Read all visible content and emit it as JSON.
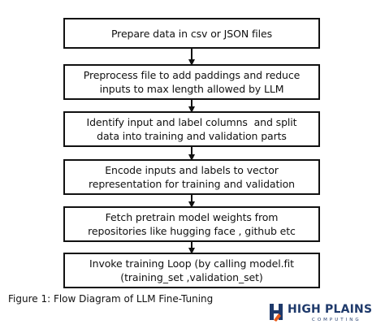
{
  "steps": [
    {
      "lines": [
        "Prepare data in csv or JSON files"
      ]
    },
    {
      "lines": [
        "Preprocess file to add paddings and reduce",
        "inputs to max length allowed by LLM"
      ]
    },
    {
      "lines": [
        "Identify input and label columns  and split",
        "data into training and validation parts"
      ]
    },
    {
      "lines": [
        "Encode inputs and labels to vector",
        "representation for training and validation"
      ]
    },
    {
      "lines": [
        "Fetch pretrain model weights from",
        "repositories like hugging face , github etc"
      ]
    },
    {
      "lines": [
        "Invoke training Loop (by calling model.fit",
        "(training_set ,validation_set)"
      ]
    }
  ],
  "caption": "Figure 1: Flow Diagram of LLM Fine-Tuning",
  "logo": {
    "title": "HIGH PLAINS",
    "subtitle": "COMPUTING",
    "icon": "hp-logo-mark",
    "colors": {
      "primary": "#1f3a6b",
      "accent": "#e85a1a"
    }
  },
  "colors": {
    "stroke": "#111111",
    "background": "#ffffff"
  }
}
